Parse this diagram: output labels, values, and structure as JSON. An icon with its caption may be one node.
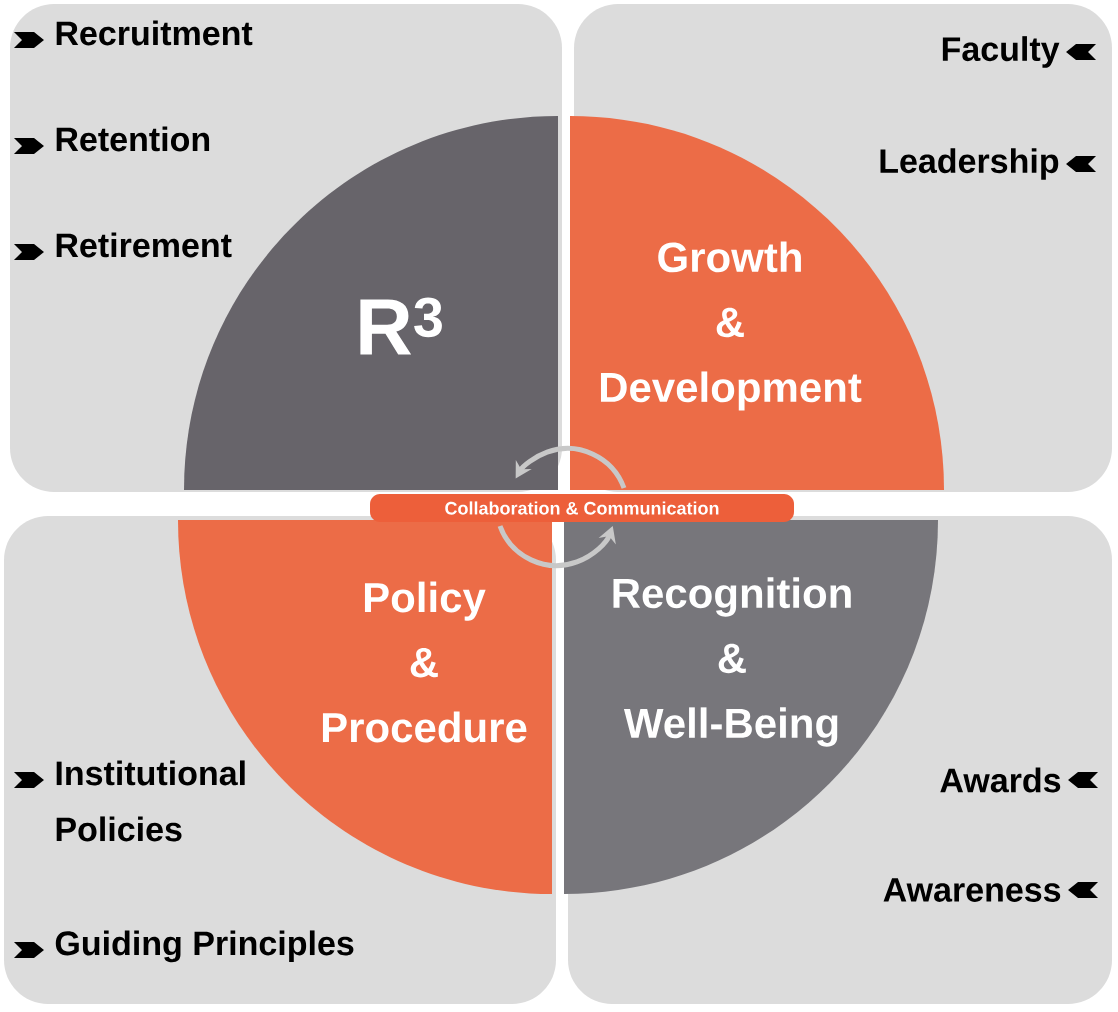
{
  "diagram": {
    "nodes": [
      {
        "text": [
          "Recruitment",
          "Retention",
          "Retirement"
        ]
      },
      {
        "text": [
          "Faculty",
          "Leadership"
        ]
      },
      {
        "text": [
          "Institutional Policies",
          "Guiding Principles"
        ]
      },
      {
        "text": [
          "Awards",
          "Awareness"
        ]
      },
      {
        "text": [
          "R$^{3}$"
        ],
        "in": 0
      },
      {
        "text": [
          "Growth & Development"
        ],
        "in": 1
      },
      {
        "text": [
          "Policy & Procedure"
        ],
        "in": 2
      },
      {
        "text": [
          "Recognition & Well-Being"
        ],
        "in": 3
      },
      {
        "text": [
          "Collaboration & Communication"
        ]
      }
    ],
    "edges": [
      {
        "from": 5,
        "to": 4,
        "arrow": "to"
      },
      {
        "from": 6,
        "to": 7,
        "arrow": "to"
      }
    ]
  }
}
